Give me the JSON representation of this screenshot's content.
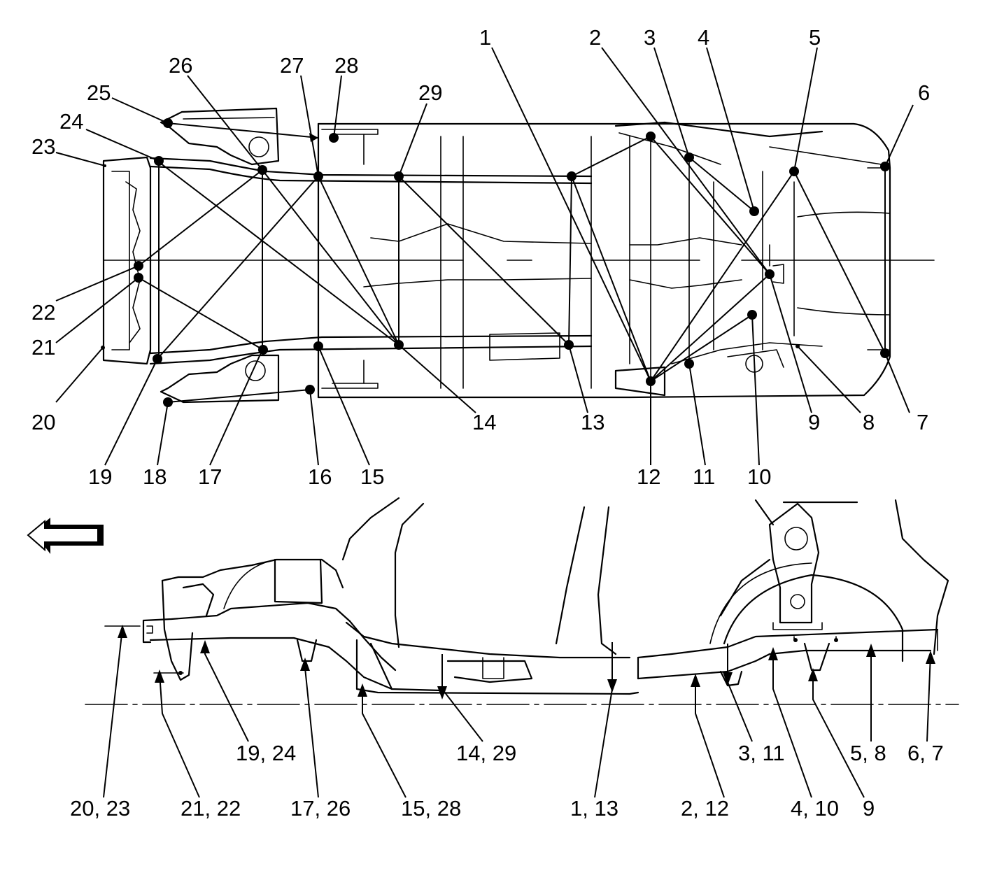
{
  "top_labels": {
    "c1": "1",
    "c2": "2",
    "c3": "3",
    "c4": "4",
    "c5": "5",
    "c6": "6",
    "c7": "7",
    "c8": "8",
    "c9": "9",
    "c10": "10",
    "c11": "11",
    "c12": "12",
    "c13": "13",
    "c14": "14",
    "c15": "15",
    "c16": "16",
    "c17": "17",
    "c18": "18",
    "c19": "19",
    "c20": "20",
    "c21": "21",
    "c22": "22",
    "c23": "23",
    "c24": "24",
    "c25": "25",
    "c26": "26",
    "c27": "27",
    "c28": "28",
    "c29": "29"
  },
  "side_labels": {
    "s20_23": "20, 23",
    "s21_22": "21, 22",
    "s19_24": "19, 24",
    "s17_26": "17, 26",
    "s15_28": "15, 28",
    "s14_29": "14, 29",
    "s1_13": "1, 13",
    "s2_12": "2, 12",
    "s3_11": "3, 11",
    "s4_10": "4, 10",
    "s9": "9",
    "s5_8": "5, 8",
    "s6_7": "6, 7"
  },
  "colors": {
    "ink": "#000000",
    "background": "#ffffff"
  },
  "icons": {
    "direction": "front-arrow-icon"
  }
}
